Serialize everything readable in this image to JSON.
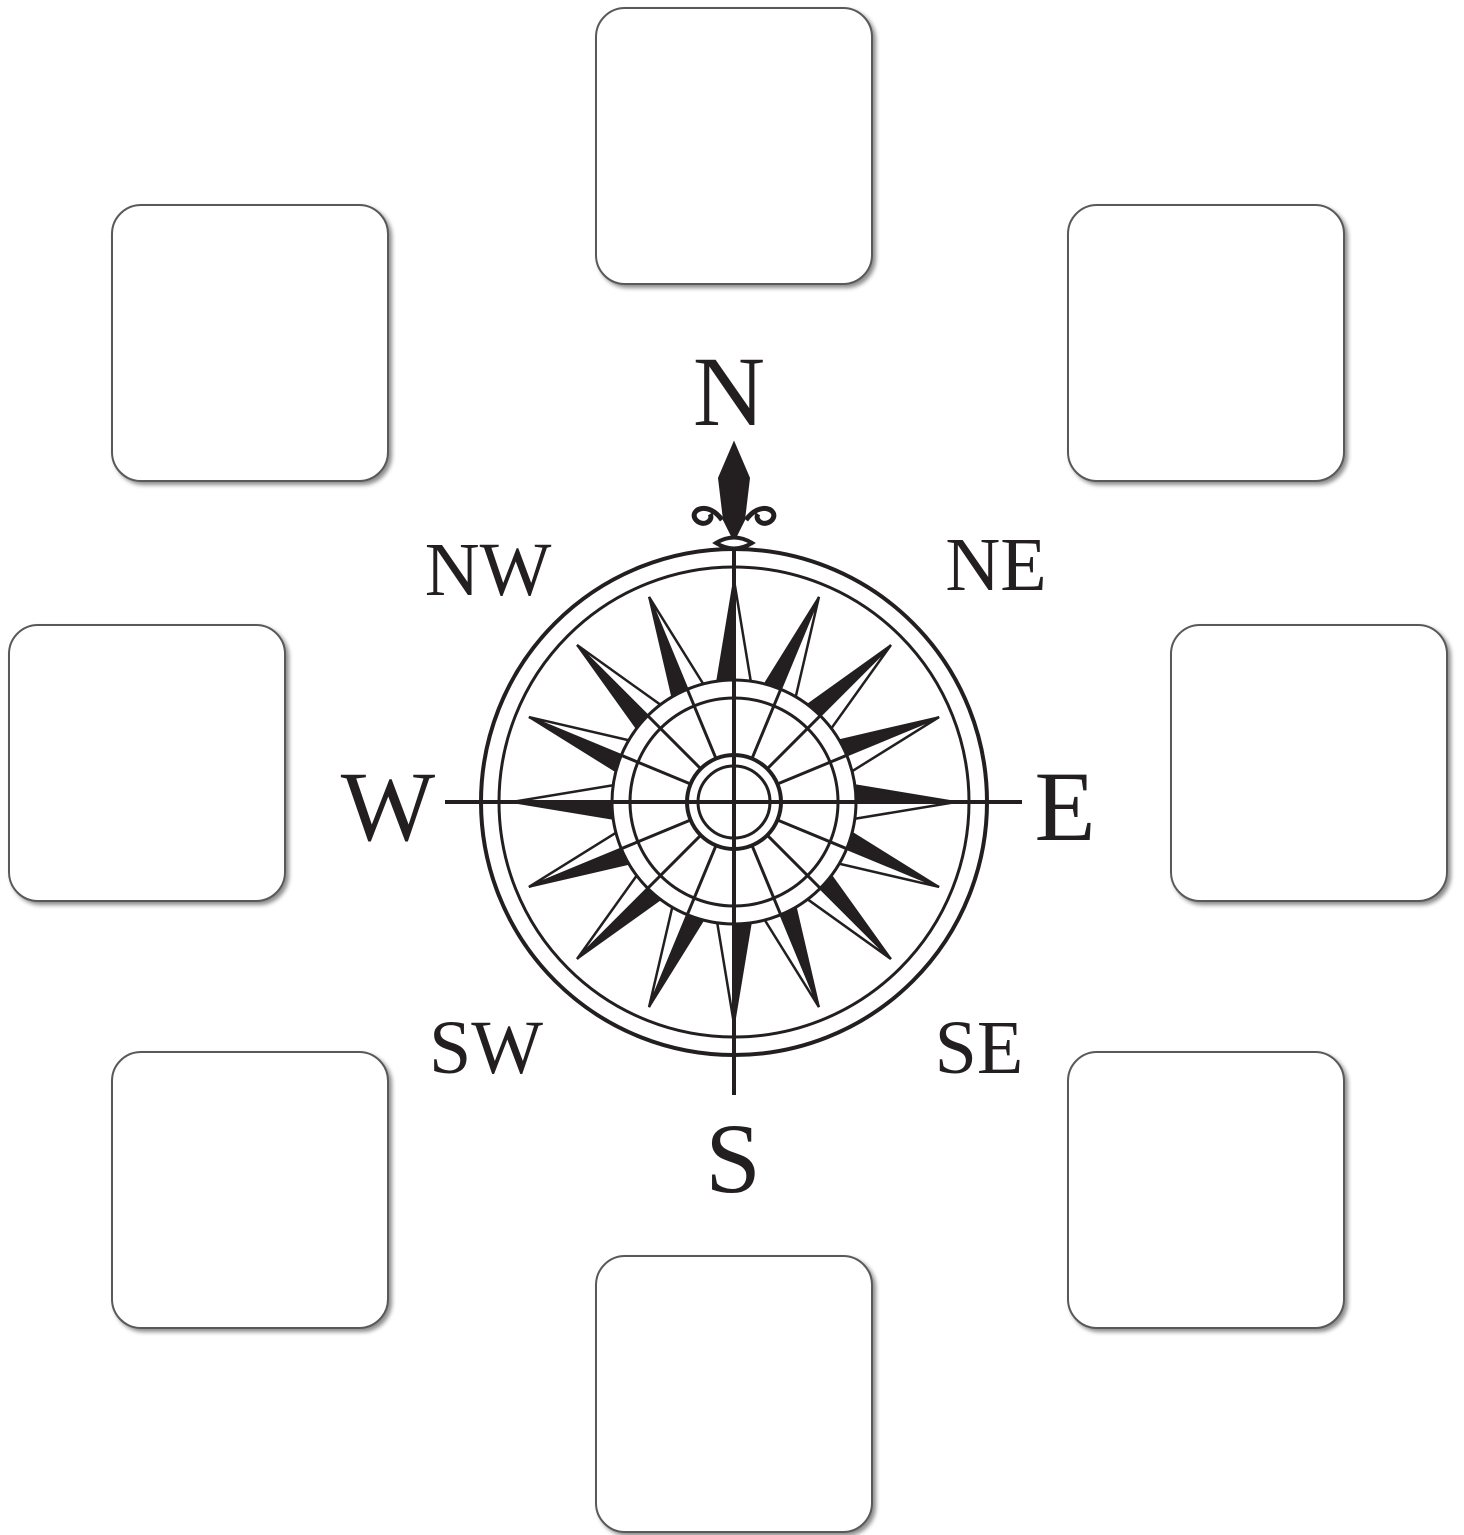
{
  "compass": {
    "labels": {
      "n": "N",
      "ne": "NE",
      "e": "E",
      "se": "SE",
      "s": "S",
      "sw": "SW",
      "w": "W",
      "nw": "NW"
    },
    "icon": "compass-rose-icon",
    "ink_color": "#231f20"
  },
  "answer_boxes": [
    {
      "direction": "N",
      "value": ""
    },
    {
      "direction": "NE",
      "value": ""
    },
    {
      "direction": "E",
      "value": ""
    },
    {
      "direction": "SE",
      "value": ""
    },
    {
      "direction": "S",
      "value": ""
    },
    {
      "direction": "SW",
      "value": ""
    },
    {
      "direction": "W",
      "value": ""
    },
    {
      "direction": "NW",
      "value": ""
    }
  ]
}
